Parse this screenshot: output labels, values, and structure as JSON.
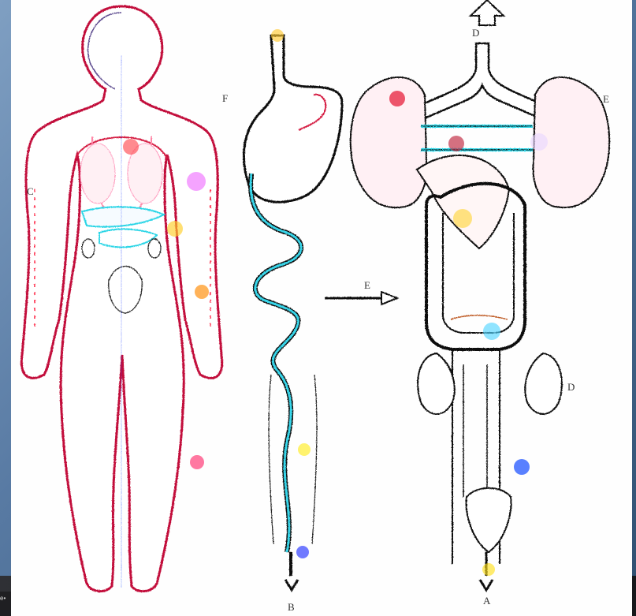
{
  "diagram": {
    "labels": {
      "top_right": "D",
      "left": "C",
      "stomach": "F",
      "middle_arrow": "E",
      "right_lung": "E",
      "kidney_right": "D",
      "bottom_middle": "B",
      "bottom_right": "A"
    },
    "corner_text": "e•"
  }
}
